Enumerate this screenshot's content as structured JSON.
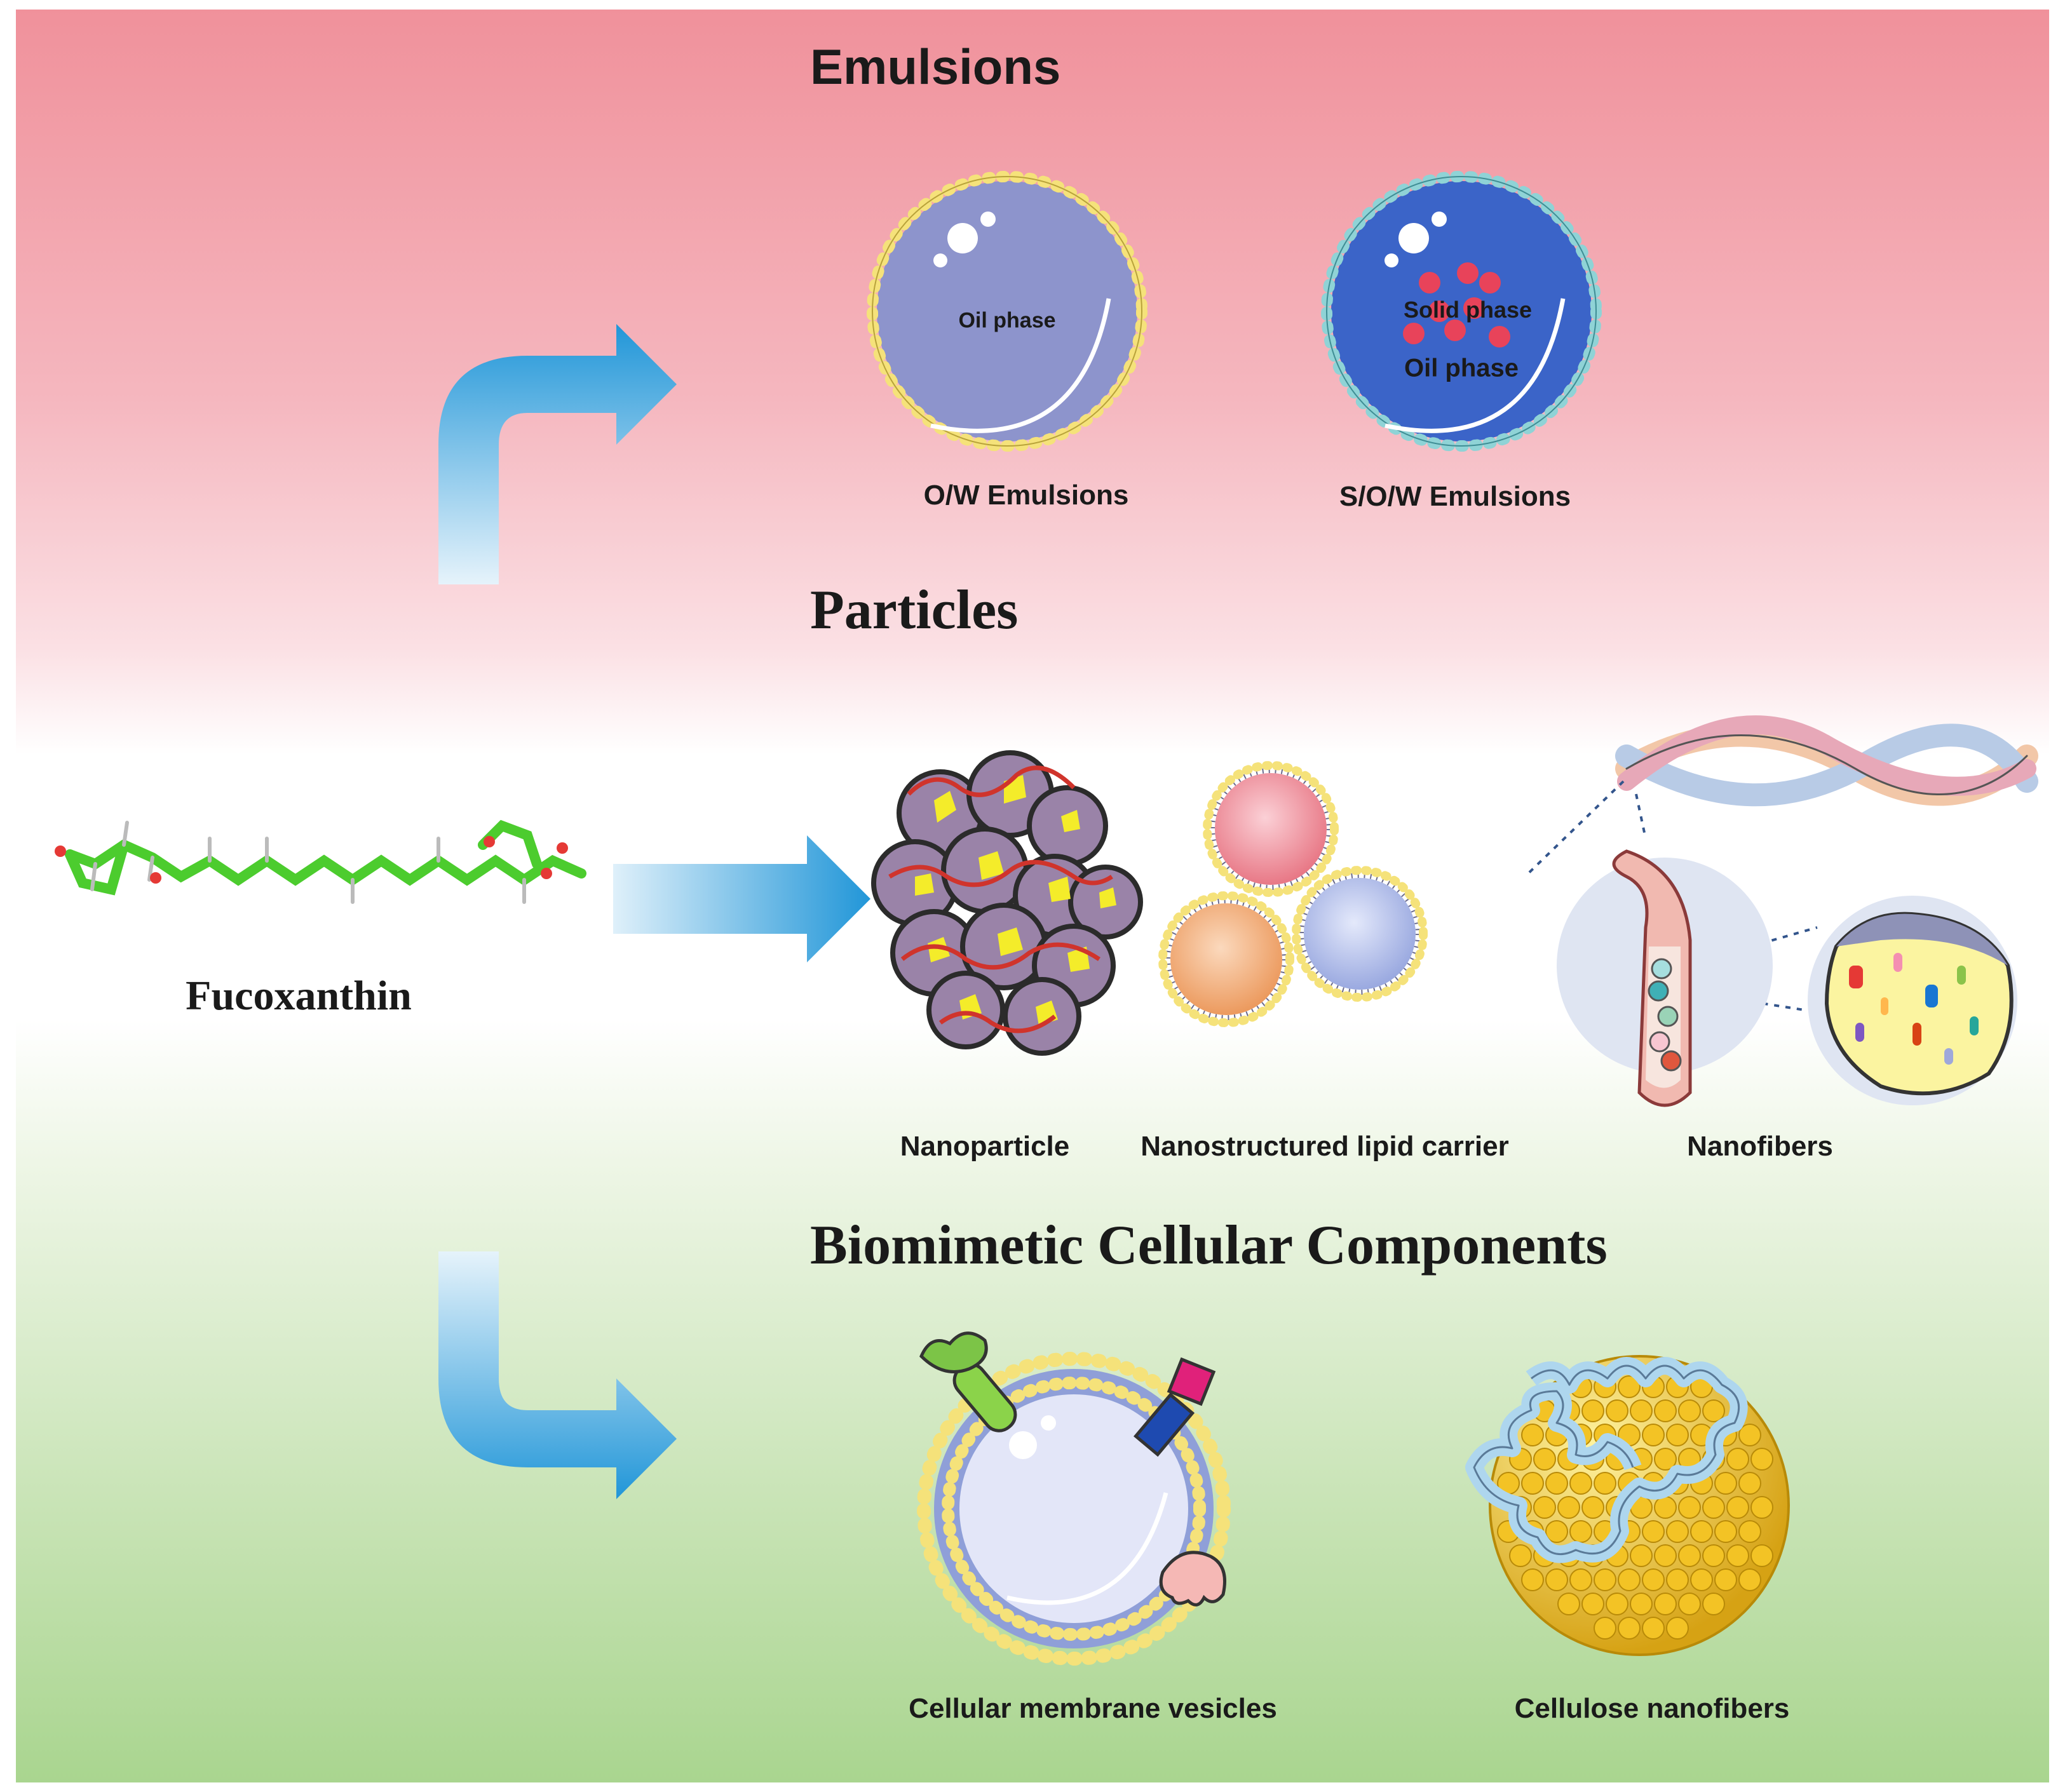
{
  "sections": {
    "emulsions": {
      "title": "Emulsions",
      "items": [
        {
          "caption": "O/W Emulsions",
          "inner_labels": [
            "Oil phase"
          ]
        },
        {
          "caption": "S/O/W Emulsions",
          "inner_labels": [
            "Solid phase",
            "Oil phase"
          ]
        }
      ]
    },
    "particles": {
      "title": "Particles",
      "items": [
        {
          "caption": "Nanoparticle"
        },
        {
          "caption": "Nanostructured lipid carrier"
        },
        {
          "caption": "Nanofibers"
        }
      ]
    },
    "biomimetic": {
      "title": "Biomimetic Cellular Components",
      "items": [
        {
          "caption": "Cellular membrane vesicles"
        },
        {
          "caption": "Cellulose nanofibers"
        }
      ]
    }
  },
  "source": {
    "label": "Fucoxanthin"
  },
  "colors": {
    "top_gradient": "#f0919b",
    "bottom_gradient": "#a9d58f",
    "arrow": "#2196d8",
    "lipid_head": "#f5e27a",
    "oil_phase_ow": "#8d94cc",
    "oil_phase_sow": "#3b64c8",
    "solid_particles": "#e8435a",
    "molecule": "#4ccc2e"
  }
}
